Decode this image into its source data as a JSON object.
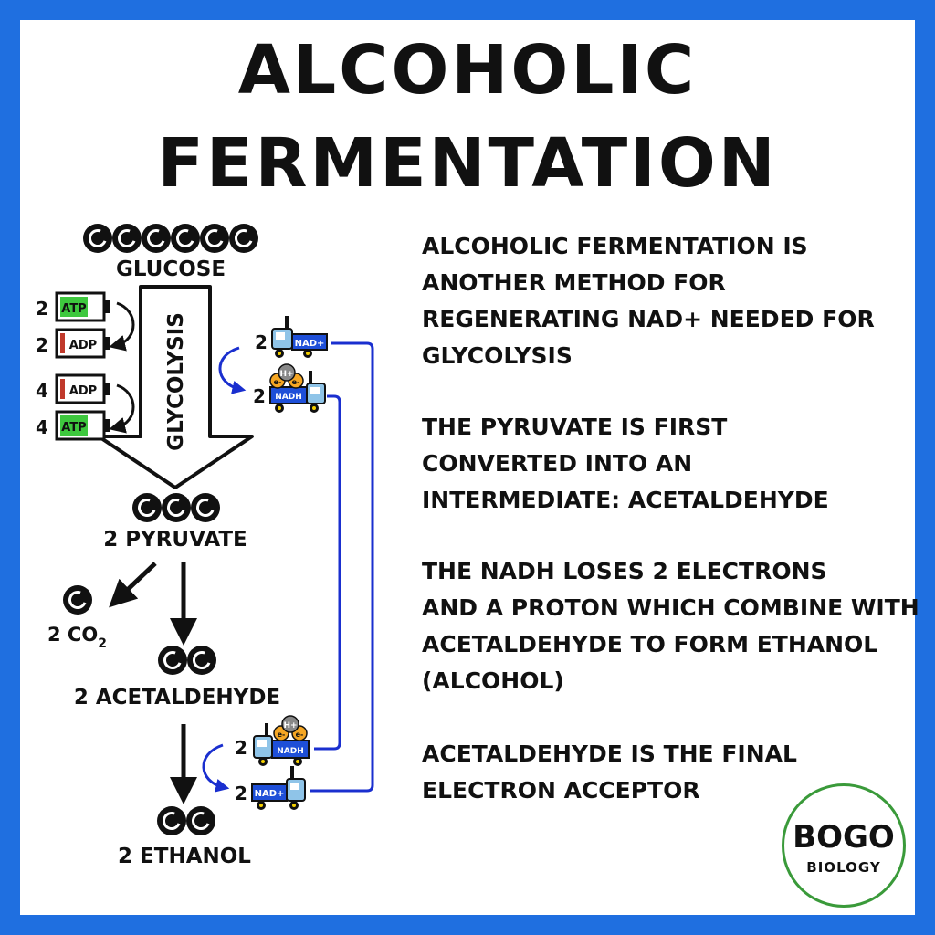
{
  "title": {
    "line1": "ALCOHOLIC",
    "line2": "FERMENTATION"
  },
  "diagram": {
    "carbon_letter": "C",
    "glucose": "GLUCOSE",
    "glycolysis": "GLYCOLYSIS",
    "pyruvate": "2  PYRUVATE",
    "co2_prefix": "2  CO",
    "co2_sub": "2",
    "acetaldehyde": "2  ACETALDEHYDE",
    "ethanol": "2  ETHANOL",
    "atp_label": "ATP",
    "adp_label": "ADP",
    "count_2": "2",
    "count_4": "4",
    "nad_label": "NAD+",
    "nadh_label": "NADH",
    "h_label": "H+",
    "e_label": "e-"
  },
  "text": {
    "p1": [
      "ALCOHOLIC FERMENTATION IS",
      "ANOTHER METHOD FOR",
      "REGENERATING NAD+ NEEDED FOR",
      "GLYCOLYSIS"
    ],
    "p2": [
      "THE PYRUVATE IS FIRST",
      "CONVERTED INTO AN",
      "INTERMEDIATE: ACETALDEHYDE"
    ],
    "p3": [
      "THE NADH LOSES 2 ELECTRONS",
      "AND A PROTON WHICH COMBINE WITH",
      "ACETALDEHYDE TO FORM ETHANOL",
      "(ALCOHOL)"
    ],
    "p4": [
      "ACETALDEHYDE IS THE FINAL",
      "ELECTRON ACCEPTOR"
    ]
  },
  "logo": {
    "bogo": "BOGO",
    "biology": "BIOLOGY"
  },
  "colors": {
    "frame": "#1f6fe0",
    "atp_green": "#3ec83e",
    "adp_red": "#c0392b",
    "truck_cargo": "#1e4fd8",
    "truck_cab": "#8fc4e8",
    "electron_orange": "#f5a623",
    "proton_gray": "#888888",
    "arrow_blue": "#1a2fcf",
    "logo_green": "#3a9a3a"
  }
}
